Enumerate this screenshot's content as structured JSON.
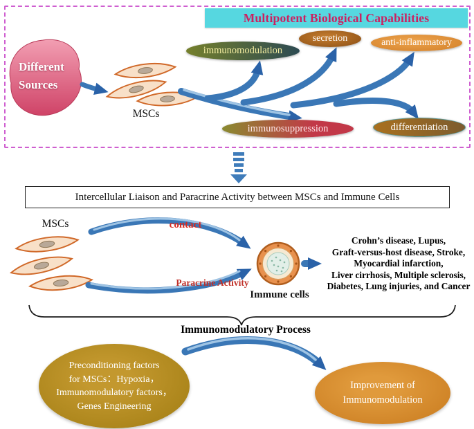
{
  "top": {
    "banner": "Multipotent Biological Capabilities",
    "sources_label": "Different Sources",
    "mscs_label": "MSCs",
    "capabilities": {
      "immunomodulation": "immunomodulation",
      "secretion": "secretion",
      "anti_inflammatory": "anti-inflammatory",
      "immunosuppression": "immunosuppression",
      "differentiation": "differentiation"
    }
  },
  "middle": {
    "box_title": "Intercellular Liaison and Paracrine Activity between MSCs and Immune Cells",
    "mscs_label": "MSCs",
    "contact_label": "contact",
    "paracrine_label": "Paracrine Activity",
    "immune_cells_label": "Immune cells",
    "diseases": [
      "Crohn’s disease, Lupus,",
      "Graft-versus-host disease, Stroke,",
      "Myocardial infarction,",
      "Liver cirrhosis, Multiple sclerosis,",
      "Diabetes, Lung injuries, and Cancer"
    ],
    "process_label": "Immunomodulatory Process"
  },
  "bottom": {
    "preconditioning": [
      "Preconditioning factors",
      "for MSCs：Hypoxia，",
      "Immunomodulatory factors，",
      "Genes Engineering"
    ],
    "improvement": [
      "Improvement of",
      "Immunomodulation"
    ]
  },
  "colors": {
    "dashed_border": "#cf5fd0",
    "banner_bg": "#56d7e0",
    "banner_text": "#cc2060",
    "arrow_blue": "#3a77b6",
    "sources_pink": "#d4496b",
    "immunomodulation_bg": "#3c5a4a",
    "secretion_bg": "#a8641e",
    "anti_inflammatory_bg": "#e0913a",
    "immunosuppression_bg": "#c23848",
    "differentiation_bg": "#a9701f",
    "red_label": "#d92a20",
    "precondition_bg": "#ab8418",
    "improvement_bg": "#d8882c"
  }
}
